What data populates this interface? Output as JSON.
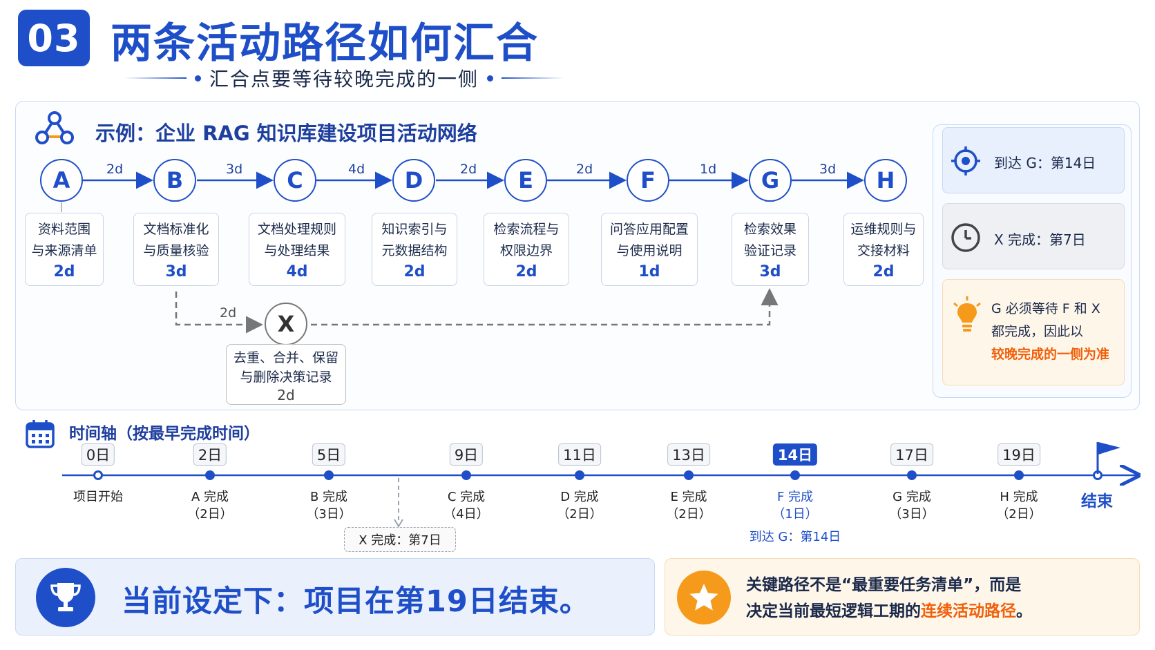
{
  "header": {
    "number": "03",
    "title": "两条活动路径如何汇合",
    "subtitle": "汇合点要等待较晚完成的一侧"
  },
  "example": {
    "title": "示例：企业 RAG 知识库建设项目活动网络"
  },
  "nodes": [
    "A",
    "B",
    "C",
    "D",
    "E",
    "F",
    "G",
    "H"
  ],
  "edges": [
    "2d",
    "3d",
    "4d",
    "2d",
    "2d",
    "1d",
    "3d"
  ],
  "activities": [
    {
      "line1": "资料范围",
      "line2": "与来源清单",
      "duration": "2d"
    },
    {
      "line1": "文档标准化",
      "line2": "与质量核验",
      "duration": "3d"
    },
    {
      "line1": "文档处理规则",
      "line2": "与处理结果",
      "duration": "4d"
    },
    {
      "line1": "知识索引与",
      "line2": "元数据结构",
      "duration": "2d"
    },
    {
      "line1": "检索流程与",
      "line2": "权限边界",
      "duration": "2d"
    },
    {
      "line1": "问答应用配置",
      "line2": "与使用说明",
      "duration": "1d"
    },
    {
      "line1": "检索效果",
      "line2": "验证记录",
      "duration": "3d"
    },
    {
      "line1": "运维规则与",
      "line2": "交接材料",
      "duration": "2d"
    }
  ],
  "branch": {
    "node": "X",
    "edge": "2d",
    "line1": "去重、合并、保留",
    "line2": "与删除决策记录",
    "duration": "2d"
  },
  "side": {
    "reach_g": "到达 G：第14日",
    "x_done": "X 完成：第7日",
    "note_line1": "G 必须等待 F 和 X",
    "note_line2": "都完成，因此以",
    "note_line3": "较晚完成的一侧为准"
  },
  "timeline": {
    "title": "时间轴（按最早完成时间）",
    "points": [
      {
        "day": "0日",
        "label": "项目开始",
        "sub": ""
      },
      {
        "day": "2日",
        "label": "A 完成",
        "sub": "（2日）"
      },
      {
        "day": "5日",
        "label": "B 完成",
        "sub": "（3日）"
      },
      {
        "day": "9日",
        "label": "C 完成",
        "sub": "（4日）"
      },
      {
        "day": "11日",
        "label": "D 完成",
        "sub": "（2日）"
      },
      {
        "day": "13日",
        "label": "E 完成",
        "sub": "（2日）"
      },
      {
        "day": "14日",
        "label": "F 完成",
        "sub": "（1日）"
      },
      {
        "day": "17日",
        "label": "G 完成",
        "sub": "（3日）"
      },
      {
        "day": "19日",
        "label": "H 完成",
        "sub": "（2日）"
      }
    ],
    "end_label": "结束",
    "x_done": "X 完成：第7日",
    "reach_g": "到达 G：第14日",
    "highlight_color": "#1f4fc8"
  },
  "bottom": {
    "conclusion": "当前设定下：项目在第19日结束。",
    "note_part1": "关键路径不是“最重要任务清单”，而是",
    "note_part2": "决定当前最短逻辑工期的",
    "note_em": "连续活动路径",
    "note_end": "。"
  },
  "colors": {
    "primary": "#1f4fc8",
    "accent": "#f0600a",
    "star": "#f59a1b"
  },
  "icons": [
    "network-icon",
    "target-icon",
    "clock-icon",
    "lightbulb-icon",
    "calendar-icon",
    "flag-icon",
    "trophy-icon",
    "star-icon"
  ]
}
